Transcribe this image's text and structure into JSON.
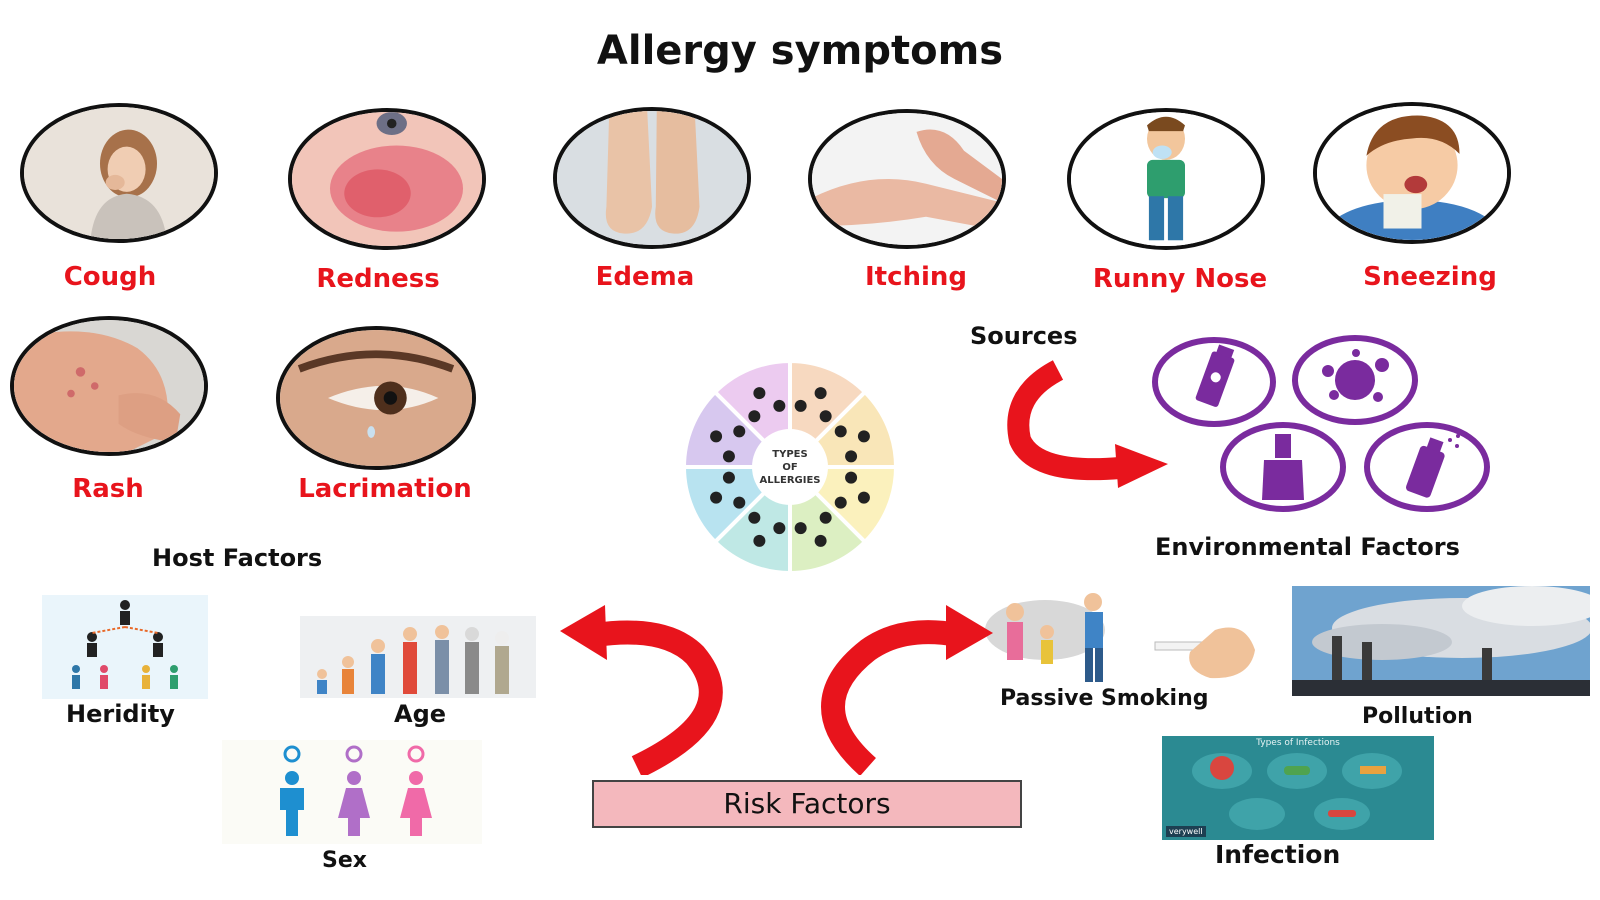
{
  "title": "Allergy symptoms",
  "symptoms": [
    {
      "label": "Cough",
      "icon": "child-coughing-photo"
    },
    {
      "label": "Redness",
      "icon": "red-skin-photo"
    },
    {
      "label": "Edema",
      "icon": "swollen-feet-photo"
    },
    {
      "label": "Itching",
      "icon": "scratching-hand-photo"
    },
    {
      "label": "Runny Nose",
      "icon": "boy-blowing-nose-cartoon"
    },
    {
      "label": "Sneezing",
      "icon": "boy-sneezing-cartoon"
    },
    {
      "label": "Rash",
      "icon": "skin-rash-photo"
    },
    {
      "label": "Lacrimation",
      "icon": "teary-eye-photo"
    }
  ],
  "wheel": {
    "center_lines": [
      "TYPES",
      "OF",
      "ALLERGIES"
    ],
    "segment_colors": [
      "#f7d9c0",
      "#f9e6b8",
      "#fbf1bd",
      "#dcefc2",
      "#bfe8e5",
      "#b8e3f0",
      "#d7c8ef",
      "#eccbf0"
    ]
  },
  "sources": {
    "label": "Sources",
    "icons": [
      "cosmetic-tube-icon",
      "paint-splash-icon",
      "nail-polish-icon",
      "spray-can-icon"
    ],
    "accent": "#7a2b9e"
  },
  "environmental": {
    "label": "Environmental Factors",
    "passive_smoking": "Passive  Smoking",
    "pollution": "Pollution",
    "infection": "Infection",
    "infection_panel_title": "Types of Infections",
    "infection_brand": "verywell"
  },
  "host": {
    "label": "Host Factors",
    "heredity": "Heridity",
    "age": "Age",
    "sex": "Sex",
    "sex_colors": [
      "#1e8fd0",
      "#b06fc8",
      "#f06aa8"
    ]
  },
  "risk_factors": "Risk Factors",
  "colors": {
    "symptom_label": "#e8141c",
    "arrow": "#e8141c"
  }
}
